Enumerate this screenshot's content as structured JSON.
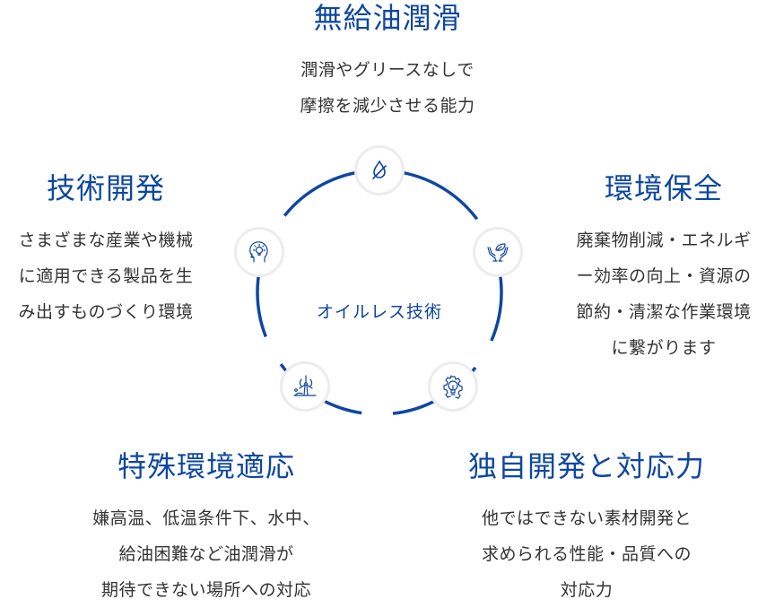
{
  "center": {
    "label": "オイルレス技術"
  },
  "colors": {
    "accent": "#0e47a1",
    "text": "#333333",
    "icon_ring": "#ececec"
  },
  "features": [
    {
      "id": "oilless-lubrication",
      "title": "無給油潤滑",
      "icon": "oil-drop-slash-icon",
      "lines": [
        "潤滑やグリースなしで",
        "摩擦を減少させる能力"
      ]
    },
    {
      "id": "environmental-conservation",
      "title": "環境保全",
      "icon": "hands-leaf-icon",
      "lines": [
        "廃棄物削減・エネルギ",
        "ー効率の向上・資源の",
        "節約・清潔な作業環境",
        "に繋がります"
      ]
    },
    {
      "id": "in-house-development",
      "title": "独自開発と対応力",
      "icon": "gear-lightbulb-icon",
      "lines": [
        "他ではできない素材開発と",
        "求められる性能・品質への",
        "対応力"
      ]
    },
    {
      "id": "special-environment",
      "title": "特殊環境適応",
      "icon": "wind-turbine-icon",
      "lines": [
        "嫌高温、低温条件下、水中、",
        "給油困難など油潤滑が",
        "期待できない場所への対応"
      ]
    },
    {
      "id": "technology-development",
      "title": "技術開発",
      "icon": "head-lightbulb-icon",
      "lines": [
        "さまざまな産業や機械",
        "に適用できる製品を生",
        "み出すものづくり環境"
      ]
    }
  ]
}
